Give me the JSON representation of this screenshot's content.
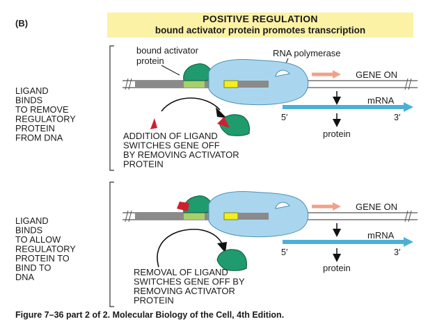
{
  "panel_label": "(B)",
  "header": {
    "title": "POSITIVE REGULATION",
    "subtitle": "bound activator protein promotes transcription"
  },
  "top_panel": {
    "side_label": [
      "LIGAND",
      "BINDS",
      "TO REMOVE",
      "REGULATORY",
      "PROTEIN",
      "FROM DNA"
    ],
    "activator_label": [
      "bound activator",
      "protein"
    ],
    "polymerase_label": "RNA polymerase",
    "gene_on": "GENE ON",
    "mrna": "mRNA",
    "five_prime": "5′",
    "three_prime": "3′",
    "protein": "protein",
    "note": [
      "ADDITION OF LIGAND",
      "SWITCHES GENE OFF",
      "BY REMOVING ACTIVATOR",
      "PROTEIN"
    ]
  },
  "bottom_panel": {
    "side_label": [
      "LIGAND",
      "BINDS",
      "TO ALLOW",
      "REGULATORY",
      "PROTEIN TO",
      "BIND TO",
      "DNA"
    ],
    "gene_on": "GENE ON",
    "mrna": "mRNA",
    "five_prime": "5′",
    "three_prime": "3′",
    "protein": "protein",
    "note": [
      "REMOVAL OF LIGAND",
      "SWITCHES GENE OFF BY",
      "REMOVING ACTIVATOR",
      "PROTEIN"
    ]
  },
  "caption": "Figure 7–36 part 2 of 2. Molecular Biology of the Cell, 4th Edition.",
  "colors": {
    "header_bg": "#fbf2a6",
    "activator_green": "#1f9b6e",
    "ligand_red": "#d21f2f",
    "polymerase_blue": "#a9d6ee",
    "mrna_blue": "#4bb0d8",
    "transcription_arrow": "#f2a08a",
    "dna_gray": "#8a8a8a",
    "dna_green": "#a8cf6a",
    "dna_yellow": "#f2ee1f"
  }
}
